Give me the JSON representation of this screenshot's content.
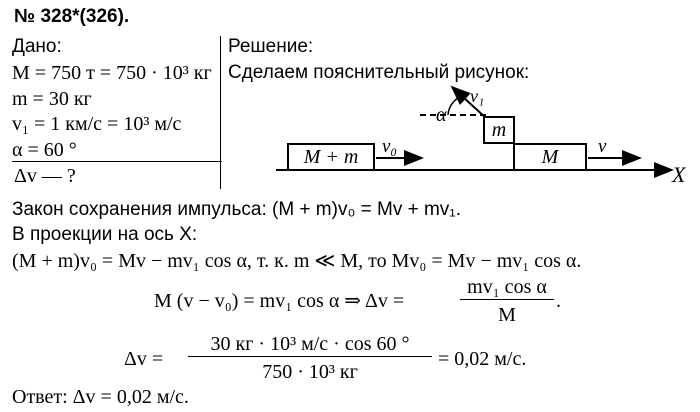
{
  "problem": {
    "number": "№ 328*(326)."
  },
  "given": {
    "header": "Дано:",
    "lines": [
      "M = 750 т = 750 · 10³ кг",
      "m = 30 кг",
      "v₁ = 1 км/с = 10³ м/с",
      "α = 60 °"
    ],
    "find": "Δv — ?"
  },
  "solution": {
    "header": "Решение:",
    "intro": "Сделаем пояснительный рисунок:",
    "figure": {
      "alpha": "α",
      "m_label": "m",
      "v1_label": "v₁",
      "Mm_label": "M + m",
      "v0_label": "v₀",
      "M_label": "M",
      "v_label": "v",
      "axis_label": "X"
    },
    "momentum_law": "Закон сохранения импульса: (M + m)v₀ = Mv + mv₁.",
    "projection_header": "В проекции на ось X:",
    "projection_eq": "(M + m)v₀ = Mv − mv₁ cos α, т. к. m ≪ M, то Mv₀ = Mv − mv₁ cos α.",
    "derivation": {
      "lhs": "M (v − v₀) = mv₁ cos α ⇒ Δv =",
      "num": "mv₁ cos α",
      "den": "M",
      "end": "."
    },
    "calc": {
      "lhs": "Δv =",
      "num": "30 кг · 10³ м/с · cos 60 °",
      "den": "750 · 10³ кг",
      "rhs": "= 0,02 м/с."
    },
    "answer": "Ответ: Δv = 0,02 м/с."
  }
}
